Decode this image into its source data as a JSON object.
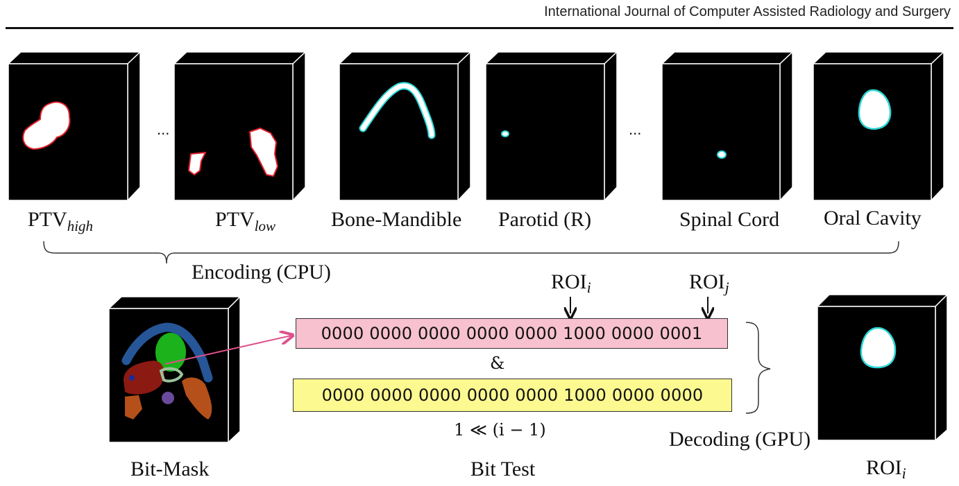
{
  "header": {
    "journal": "International Journal of Computer Assisted Radiology and Surgery"
  },
  "top_row": {
    "items": [
      {
        "base": "PTV",
        "sub": "high"
      },
      {
        "base": "PTV",
        "sub": "low"
      },
      {
        "base": "Bone-Mandible"
      },
      {
        "base": "Parotid (R)"
      },
      {
        "base": "Spinal Cord"
      },
      {
        "base": "Oral Cavity"
      }
    ],
    "ellipsis": "…"
  },
  "encoding_label": "Encoding (CPU)",
  "bit_mask_label": "Bit-Mask",
  "bit_test": {
    "roi_i_base": "ROI",
    "roi_i_sub": "i",
    "roi_j_base": "ROI",
    "roi_j_sub": "j",
    "mask_bits": "0000 0000 0000 0000 0000 1000 0000 0001",
    "and_symbol": "&",
    "test_bits": "0000 0000 0000 0000 0000 1000 0000 0000",
    "shift_expr": "1 ≪ (i − 1)",
    "label": "Bit Test"
  },
  "decoding_label": "Decoding (GPU)",
  "result": {
    "base": "ROI",
    "sub": "i"
  },
  "colors": {
    "ptv_outline": "#e0202a",
    "oar_outline": "#2bd6d6",
    "arrow_pink": "#e0508a",
    "bitbox_pink": "#f7c1cf",
    "bitbox_yellow": "#fbf990"
  }
}
